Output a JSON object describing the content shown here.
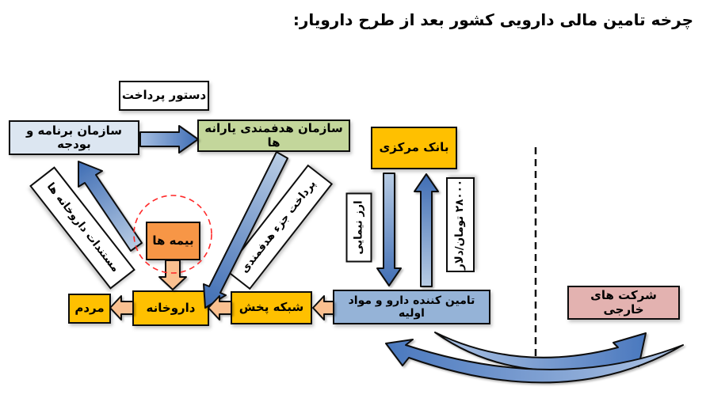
{
  "title": "چرخه تامین مالی دارویی کشور بعد از طرح دارویار:",
  "nodes": {
    "payment_order": "دستور پرداخت",
    "budget_org": "سازمان برنامه و بودجه",
    "subsidy_org": "سازمان هدفمندی یارانه ها",
    "central_bank": "بانک مرکزی",
    "insurances": "بیمه ها",
    "people": "مردم",
    "pharmacy": "داروخانه",
    "distribution_network": "شبکه پخش",
    "supplier": "تامین کننده دارو و مواد اولیه",
    "foreign_companies": "شرکت های خارجی"
  },
  "flow_labels": {
    "pharmacy_documents": "مستندات داروخانه ها",
    "subsidy_component_payment": "پرداخت جزء هدفمندی",
    "nima_currency": "ارز نیمایی",
    "exchange_rate": "۲۸۰۰۰ تومان/دلار"
  },
  "colors": {
    "yellow_box": "#ffc000",
    "orange_box": "#f79646",
    "green_box": "#c3d69b",
    "light_blue_box": "#dce6f1",
    "blue_box": "#95b3d7",
    "pink_box": "#e3b2b0",
    "peach_arrow": "#fac090",
    "blue_arrow_dark": "#3f6db4",
    "blue_arrow_light": "#b8cce4",
    "highlight_circle": "#ff2a2a"
  }
}
